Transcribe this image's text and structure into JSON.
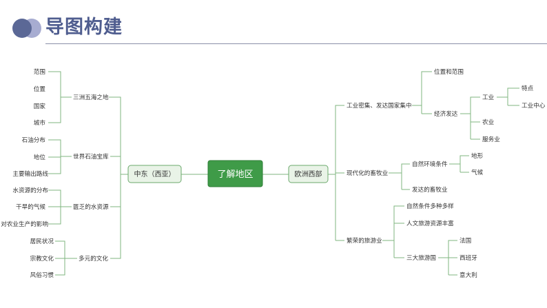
{
  "title": "导图构建",
  "colors": {
    "title": "#4f5d8f",
    "center": "#3f9b48",
    "line": "#7fb67f",
    "logo_dark": "#5b6896",
    "logo_light": "#a7acd1"
  },
  "center": "了解地区",
  "left": {
    "label": "中东（西亚）",
    "groups": [
      {
        "label": "三洲五海之地",
        "items": [
          "范围",
          "位置",
          "国家",
          "城市"
        ]
      },
      {
        "label": "世界石油宝库",
        "items": [
          "石油分布",
          "地位",
          "主要输出路线"
        ]
      },
      {
        "label": "匮乏的水资源",
        "items": [
          "水资源的分布",
          "干旱的气候",
          "对农业生产的影响"
        ]
      },
      {
        "label": "多元的文化",
        "items": [
          "居民状况",
          "宗教文化",
          "风俗习惯"
        ]
      }
    ]
  },
  "right": {
    "label": "欧洲西部",
    "groups": [
      {
        "label": "工业密集、发达国家集中",
        "items": [
          {
            "label": "位置和范围"
          },
          {
            "label": "经济发达",
            "children": [
              {
                "label": "工业",
                "children": [
                  "特点",
                  "工业中心"
                ]
              },
              {
                "label": "农业"
              },
              {
                "label": "服务业"
              }
            ]
          }
        ]
      },
      {
        "label": "现代化的畜牧业",
        "items": [
          {
            "label": "自然环境条件",
            "children": [
              {
                "label": "地形"
              },
              {
                "label": "气候"
              }
            ]
          },
          {
            "label": "发达的畜牧业"
          }
        ]
      },
      {
        "label": "繁荣的旅游业",
        "items": [
          {
            "label": "自然条件多种多样"
          },
          {
            "label": "人文旅游资源丰富"
          },
          {
            "label": "三大旅游国",
            "children": [
              {
                "label": "法国"
              },
              {
                "label": "西班牙"
              },
              {
                "label": "意大利"
              }
            ]
          }
        ]
      }
    ]
  }
}
